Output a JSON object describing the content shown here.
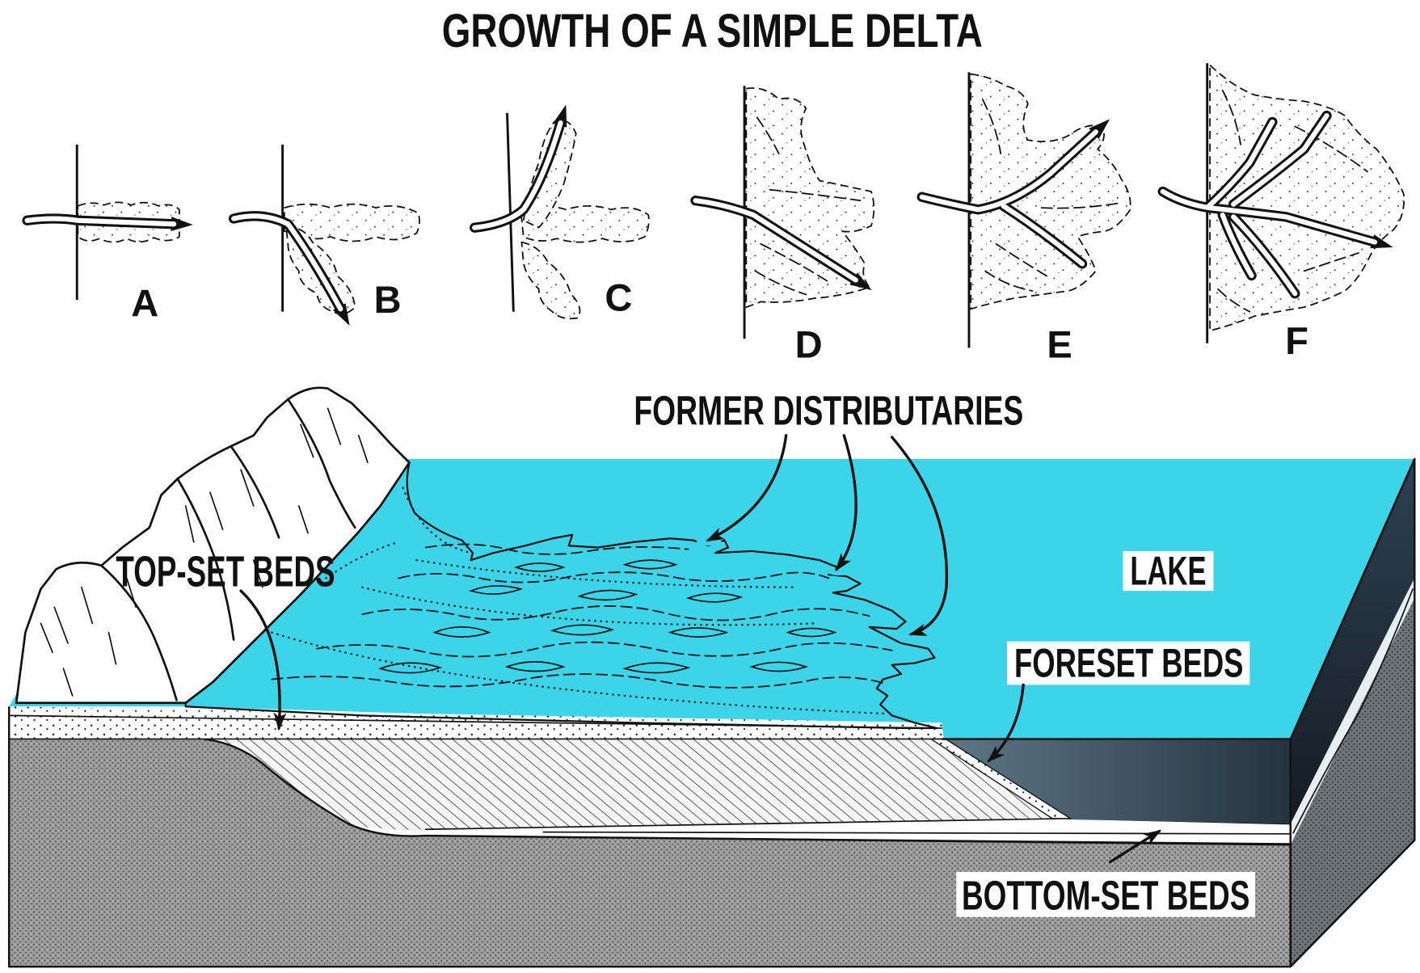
{
  "title": "GROWTH OF A SIMPLE DELTA",
  "stages": [
    "A",
    "B",
    "C",
    "D",
    "E",
    "F"
  ],
  "labels": {
    "former_distributaries": "FORMER DISTRIBUTARIES",
    "top_set_beds": "TOP-SET BEDS",
    "lake": "LAKE",
    "foreset_beds": "FORESET BEDS",
    "bottom_set_beds": "BOTTOM-SET BEDS"
  },
  "colors": {
    "lake": "#3cd4e9",
    "water_front_light": "#5d7888",
    "water_front_dark": "#26333d",
    "water_side_light": "#2e4150",
    "water_side_dark": "#141c24",
    "bedrock": "#9c9c9c",
    "bedrock_side": "#6f7478",
    "delta": "#ffffff",
    "ink": "#111111"
  }
}
